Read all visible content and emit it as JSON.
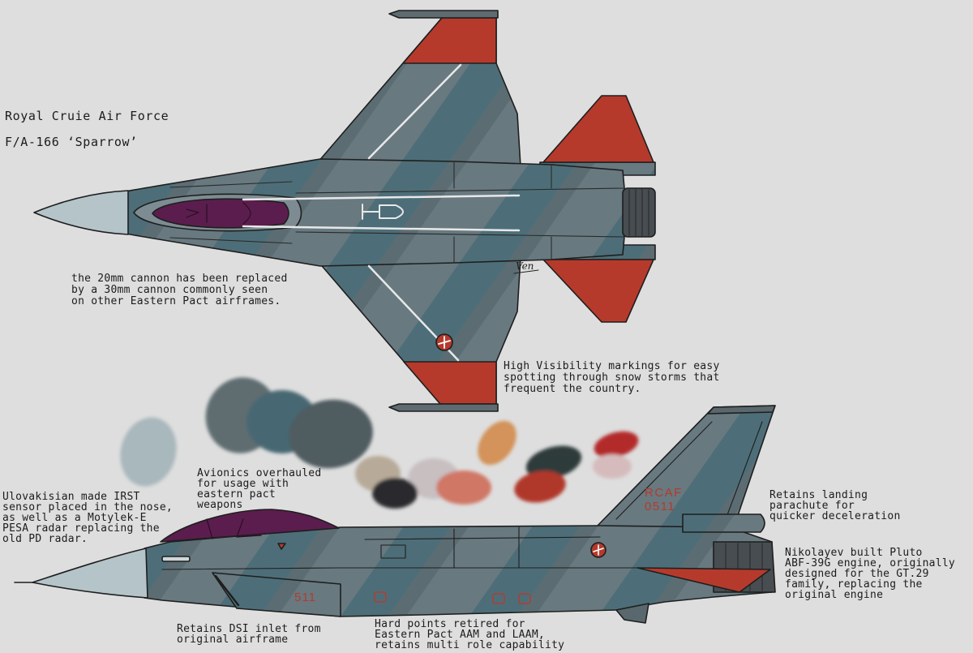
{
  "title": {
    "org": "Royal Cruie Air Force",
    "designation": "F/A-166 ‘Sparrow’"
  },
  "annotations": {
    "cannon": [
      "the 20mm cannon has been replaced",
      "by a 30mm cannon commonly seen",
      "on other Eastern Pact airframes."
    ],
    "markings": [
      "High Visibility markings for easy",
      "spotting through snow storms that",
      "frequent the country."
    ],
    "avionics": [
      "Avionics overhauled",
      "for usage with",
      "eastern pact",
      "weapons"
    ],
    "irst": [
      "Ulovakisian made IRST",
      "sensor placed in the nose,",
      "as well as a Motylek-E",
      "PESA radar replacing the",
      "old PD radar."
    ],
    "parachute": [
      "Retains landing",
      "parachute for",
      "quicker deceleration"
    ],
    "engine": [
      "Nikolayev built Pluto",
      "ABF-39G engine, originally",
      "designed for the GT.29",
      "family, replacing the",
      "original engine"
    ],
    "inlet": [
      "Retains DSI inlet from",
      "original airframe"
    ],
    "hardpoints": [
      "Hard points retired for",
      "Eastern Pact AAM and LAAM,",
      "retains multi role capability"
    ]
  },
  "aircraft_markings": {
    "tail_code": "RCAF",
    "serial": "0511",
    "nose_number": "511"
  },
  "signature": "Ven",
  "colors": {
    "background": "#dedede",
    "camo_grey": "#687980",
    "camo_teal": "#4d6e78",
    "camo_dark": "#5b6d73",
    "high_visibility_red": "#b63a2c",
    "nose_radome": "#b5c4c9",
    "canopy": "#5b1d4e",
    "nozzle": "#474d50",
    "marking_white": "#e8e8e8",
    "outline": "#1e1e1e"
  },
  "palette_swatches": [
    "#a9b8bd",
    "#5e6d71",
    "#466772",
    "#4f5c61",
    "#c8bfc1",
    "#b7aa99",
    "#d07766",
    "#2b2b2e",
    "#d3935a",
    "#2d3a3a",
    "#b0392a",
    "#b32b2b",
    "#d6bbbc"
  ]
}
